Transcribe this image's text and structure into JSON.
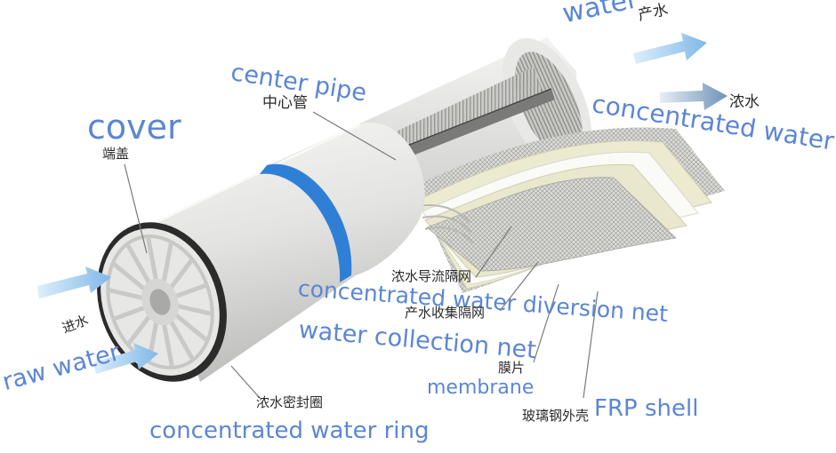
{
  "labels": {
    "water_en": "water",
    "water_cn": "产水",
    "concentrated_water_en": "concentrated water",
    "concentrated_water_cn": "浓水",
    "center_pipe_en": "center pipe",
    "center_pipe_cn": "中心管",
    "cover_en": "cover",
    "cover_cn": "端盖",
    "raw_water_en": "raw water",
    "raw_water_cn": "进水",
    "conc_ring_en": "concentrated water ring",
    "conc_ring_cn": "浓水密封圈",
    "diversion_net_en": "concentrated water diversion net",
    "diversion_net_cn": "浓水导流隔网",
    "collection_net_en": "water collection net",
    "collection_net_cn": "产水收集隔网",
    "membrane_en": "membrane",
    "membrane_cn": "膜片",
    "frp_shell_en": "FRP shell",
    "frp_shell_cn": "玻璃钢外壳"
  },
  "colors": {
    "label_blue": "#5b86d6",
    "arrow_blue": "#8cc0ea",
    "stripe_blue": "#2f7fd6",
    "body_gray": "#e4e4e2",
    "layer_cream": "#efedd6"
  }
}
